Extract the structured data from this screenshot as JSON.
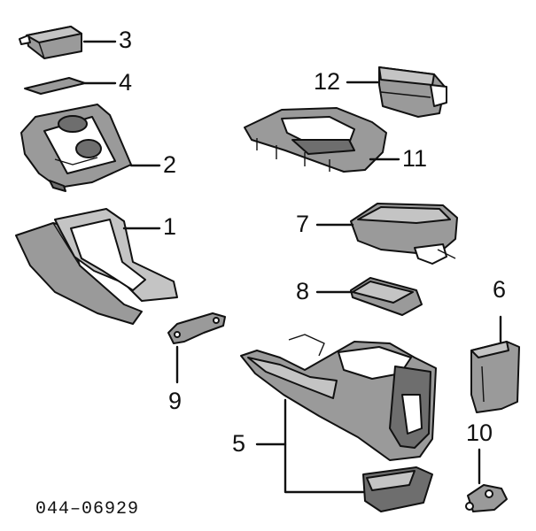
{
  "diagram": {
    "reference_code": "044–06929",
    "callouts": {
      "c1": "1",
      "c2": "2",
      "c3": "3",
      "c4": "4",
      "c5": "5",
      "c6": "6",
      "c7": "7",
      "c8": "8",
      "c9": "9",
      "c10": "10",
      "c11": "11",
      "c12": "12"
    },
    "colors": {
      "ink": "#111111",
      "part_fill": "#9a9a9a",
      "part_fill_light": "#c4c4c4",
      "part_fill_dark": "#6e6e6e",
      "background": "#ffffff"
    }
  }
}
